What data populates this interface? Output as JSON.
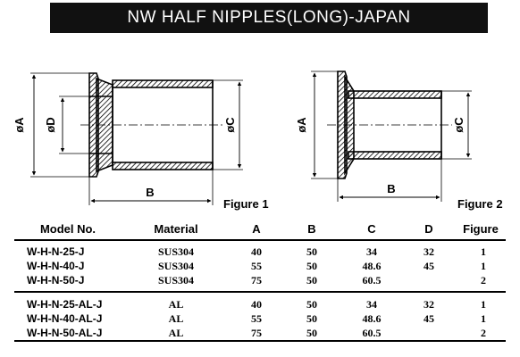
{
  "title": "NW HALF NIPPLES(LONG)-JAPAN",
  "figure1": {
    "label": "Figure 1",
    "dims": {
      "a": "øA",
      "d": "øD",
      "c": "øC",
      "b": "B"
    }
  },
  "figure2": {
    "label": "Figure 2",
    "dims": {
      "a": "øA",
      "c": "øC",
      "b": "B"
    }
  },
  "table": {
    "headers": [
      "Model No.",
      "Material",
      "A",
      "B",
      "C",
      "D",
      "Figure"
    ],
    "rows": [
      [
        "W-H-N-25-J",
        "SUS304",
        "40",
        "50",
        "34",
        "32",
        "1"
      ],
      [
        "W-H-N-40-J",
        "SUS304",
        "55",
        "50",
        "48.6",
        "45",
        "1"
      ],
      [
        "W-H-N-50-J",
        "SUS304",
        "75",
        "50",
        "60.5",
        "",
        "2"
      ],
      [
        "W-H-N-25-AL-J",
        "AL",
        "40",
        "50",
        "34",
        "32",
        "1"
      ],
      [
        "W-H-N-40-AL-J",
        "AL",
        "55",
        "50",
        "48.6",
        "45",
        "1"
      ],
      [
        "W-H-N-50-AL-J",
        "AL",
        "75",
        "50",
        "60.5",
        "",
        "2"
      ]
    ]
  }
}
